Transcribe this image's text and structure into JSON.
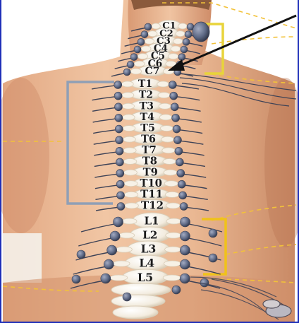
{
  "figure": {
    "colors": {
      "background": "#ffffff",
      "skin_light": "#efc3a1",
      "skin_mid": "#dfa27c",
      "skin_shadow": "#c8825e",
      "hair": "#8a5a3c",
      "bone": "#f7f1e6",
      "bone_shadow": "#d9cdb8",
      "nerve_ganglion": "#5f6a86",
      "nerve_line": "#3d4256",
      "cervical_bracket": "#e8d43a",
      "thoracic_bracket": "#8f9fb6",
      "lumbar_bracket": "#f0c21a",
      "dashed_line": "#f2c23a",
      "pointer_arrow": "#111111",
      "label_text": "#1b1b1b",
      "frame_border": "#1f2fb8"
    },
    "icons": {
      "pointer": "arrow-icon",
      "ganglion": "ganglion-icon"
    },
    "cervical_labels": [
      "C1",
      "C2",
      "C3",
      "C4",
      "C5",
      "C6",
      "C7"
    ],
    "thoracic_labels": [
      "T1",
      "T2",
      "T3",
      "T4",
      "T5",
      "T6",
      "T7",
      "T8",
      "T9",
      "T10",
      "T11",
      "T12"
    ],
    "lumbar_labels": [
      "L1",
      "L2",
      "L3",
      "L4",
      "L5"
    ]
  }
}
